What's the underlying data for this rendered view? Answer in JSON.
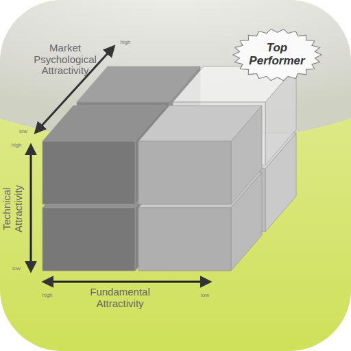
{
  "diagram": {
    "nodes": [
      {
        "text": [
          "Top Performer"
        ]
      }
    ],
    "labels": [
      "Market Psychological Attractivity",
      "high",
      "low",
      "high",
      "Technical Attractivity",
      "low",
      "high",
      "Fundamental Attractivity",
      "low"
    ]
  }
}
